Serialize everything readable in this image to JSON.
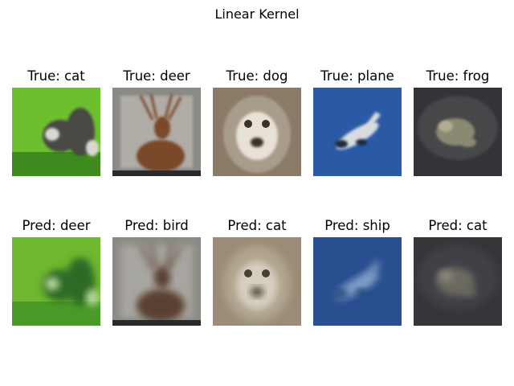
{
  "figure": {
    "title": "Linear Kernel",
    "rows": [
      {
        "prefix": "True",
        "images": [
          {
            "label": "True: cat",
            "subject": "cat",
            "colors": {
              "bg": "#6cc02e",
              "mid": "#3f8a1e",
              "subject": "#4a4a44",
              "light": "#d8d8d0"
            }
          },
          {
            "label": "True: deer",
            "subject": "deer",
            "colors": {
              "bg": "#8a8a86",
              "mid": "#b0aca6",
              "subject": "#7a4a2a",
              "light": "#d0c4b8"
            }
          },
          {
            "label": "True: dog",
            "subject": "dog",
            "colors": {
              "bg": "#8a7a66",
              "mid": "#a89c8a",
              "subject": "#e8e2d6",
              "light": "#3a3026"
            }
          },
          {
            "label": "True: plane",
            "subject": "plane",
            "colors": {
              "bg": "#2a5aa6",
              "mid": "#1e4a90",
              "subject": "#d8dce0",
              "light": "#1a2a3a"
            }
          },
          {
            "label": "True: frog",
            "subject": "frog",
            "colors": {
              "bg": "#333438",
              "mid": "#45464a",
              "subject": "#8a8a72",
              "light": "#b0ad94"
            }
          }
        ]
      },
      {
        "prefix": "Pred",
        "images": [
          {
            "label": "Pred: deer",
            "subject": "cat",
            "colors": {
              "bg": "#6fb830",
              "mid": "#4a9a2a",
              "subject": "#2f6a26",
              "light": "#b8d8a0"
            }
          },
          {
            "label": "Pred: bird",
            "subject": "deer",
            "colors": {
              "bg": "#8c8a84",
              "mid": "#a8a6a0",
              "subject": "#5a4030",
              "light": "#c8c2b8"
            }
          },
          {
            "label": "Pred: cat",
            "subject": "dog",
            "colors": {
              "bg": "#9a8c76",
              "mid": "#b0a48e",
              "subject": "#d6cfc0",
              "light": "#4a4036"
            }
          },
          {
            "label": "Pred: ship",
            "subject": "plane",
            "colors": {
              "bg": "#2a4f90",
              "mid": "#33609e",
              "subject": "#7d9cc4",
              "light": "#1f3c6e"
            }
          },
          {
            "label": "Pred: cat",
            "subject": "frog",
            "colors": {
              "bg": "#35363a",
              "mid": "#404146",
              "subject": "#6c6a60",
              "light": "#8a887c"
            }
          }
        ]
      }
    ]
  }
}
